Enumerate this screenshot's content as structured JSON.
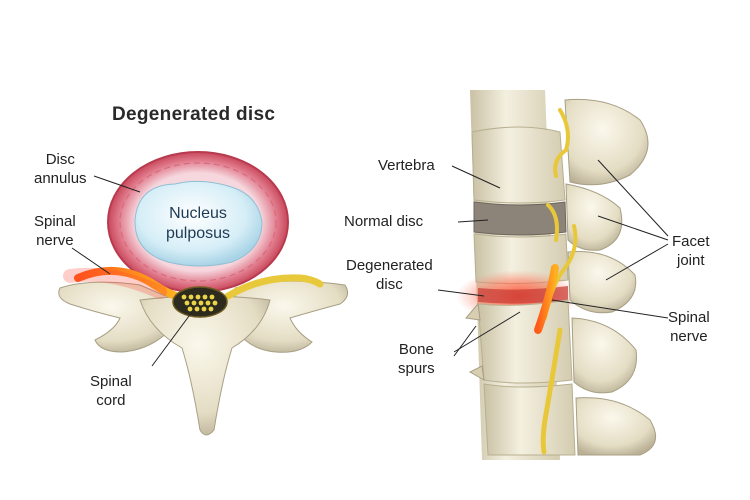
{
  "title": "Degenerated disc",
  "left_labels": {
    "disc_annulus": "Disc\nannulus",
    "nucleus": "Nucleus\npulposus",
    "spinal_nerve": "Spinal\nnerve",
    "spinal_cord": "Spinal\ncord"
  },
  "right_labels": {
    "vertebra": "Vertebra",
    "normal_disc": "Normal disc",
    "degenerated_disc": "Degenerated\ndisc",
    "facet_joint": "Facet\njoint",
    "spinal_nerve": "Spinal\nnerve",
    "bone_spurs": "Bone\nspurs"
  },
  "colors": {
    "bone": "#e8e2cc",
    "annulus_red": "#d9475a",
    "nucleus_blue": "#cfeaf4",
    "nerve_yellow": "#e8c83a",
    "inflamed": "#ff3a2a"
  }
}
